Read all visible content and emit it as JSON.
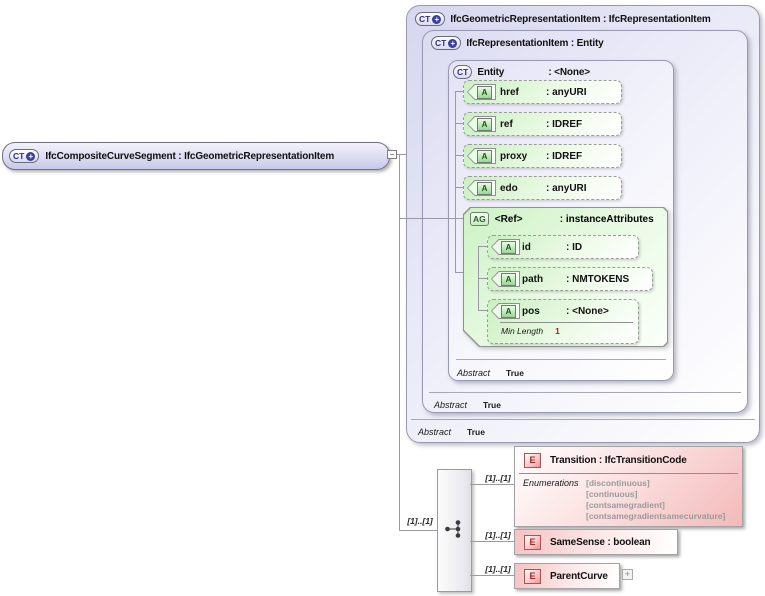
{
  "element": {
    "icon": "CT",
    "icon_plus": "+",
    "collapse": "−",
    "label": "IfcCompositeCurveSegment : IfcGeometricRepresentationItem"
  },
  "outer_box": {
    "icon": "CT",
    "icon_plus": "+",
    "title": "IfcGeometricRepresentationItem : IfcRepresentationItem",
    "abstract_label": "Abstract",
    "abstract_value": "True"
  },
  "middle_box": {
    "icon": "CT",
    "icon_plus": "+",
    "title": "IfcRepresentationItem : Entity",
    "abstract_label": "Abstract",
    "abstract_value": "True"
  },
  "entity_box": {
    "icon": "CT",
    "name": "Entity",
    "type": ": <None>",
    "abstract_label": "Abstract",
    "abstract_value": "True"
  },
  "entity_attributes": [
    {
      "icon": "A",
      "name": "href",
      "type": ": anyURI"
    },
    {
      "icon": "A",
      "name": "ref",
      "type": ": IDREF"
    },
    {
      "icon": "A",
      "name": "proxy",
      "type": ": IDREF"
    },
    {
      "icon": "A",
      "name": "edo",
      "type": ": anyURI"
    }
  ],
  "attribute_group": {
    "icon": "AG",
    "name": "<Ref>",
    "type": ": instanceAttributes",
    "attributes": [
      {
        "icon": "A",
        "name": "id",
        "type": ": ID"
      },
      {
        "icon": "A",
        "name": "path",
        "type": ": NMTOKENS"
      },
      {
        "icon": "A",
        "name": "pos",
        "type": ": <None>",
        "facet_label": "Min Length",
        "facet_value": "1"
      }
    ]
  },
  "sequence_cardinality": "[1]..[1]",
  "children": [
    {
      "icon": "E",
      "cardinality": "[1]..[1]",
      "label": "Transition : IfcTransitionCode",
      "enum_label": "Enumerations",
      "enums": [
        "[discontinuous]",
        "[continuous]",
        "[contsamegradient]",
        "[contsamegradientsamecurvature]"
      ]
    },
    {
      "icon": "E",
      "cardinality": "[1]..[1]",
      "label": "SameSense : boolean"
    },
    {
      "icon": "E",
      "cardinality": "[1]..[1]",
      "label": "ParentCurve",
      "expand": "+"
    }
  ],
  "colors": {
    "lavender_border": "#9898b2",
    "green_border": "#8a968a",
    "pink_border": "#a3a3a3",
    "connector": "#9a9aa6",
    "navy_accent": "#2a2f8f",
    "green_accent": "#2c5f2c",
    "red_accent": "#a82424",
    "facet_red": "#cc1111",
    "enum_gray": "#9a9a9a"
  }
}
